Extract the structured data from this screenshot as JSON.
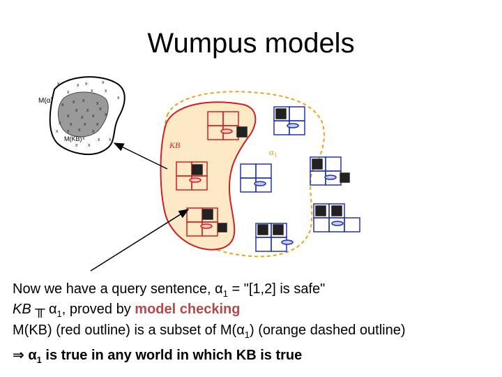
{
  "slide": {
    "title": "Wumpus models"
  },
  "figure": {
    "set_labels": {
      "models": "M(α)",
      "models_kb": "M(KB)",
      "kb": "KB",
      "alpha": "α",
      "alpha_sub": "1"
    },
    "mark": "x",
    "colors": {
      "kb_outline": "#d11f1f",
      "alpha_outline": "#e8a317",
      "kb_fill": "#fde9c6",
      "grid_red": "#cc2222",
      "grid_blue": "#2233aa",
      "blob_fill": "#9a9a9a"
    }
  },
  "text": {
    "line1": "Now we have a query sentence, α",
    "line1_sub": "1",
    "line1_tail": " = \"[1,2] is safe\"",
    "line2_kb": "KB ",
    "line2_entails": "╥ α",
    "line2_sub": "1",
    "line2_mid": ", proved by ",
    "line2_accent": "model checking",
    "line3_a": "M(KB) (red outline) is a subset of M(α",
    "line3_sub": "1",
    "line3_b": ") (orange dashed outline)",
    "line4_a": "⇒ α",
    "line4_sub": "1",
    "line4_b": " is true in any world in which KB is true"
  }
}
